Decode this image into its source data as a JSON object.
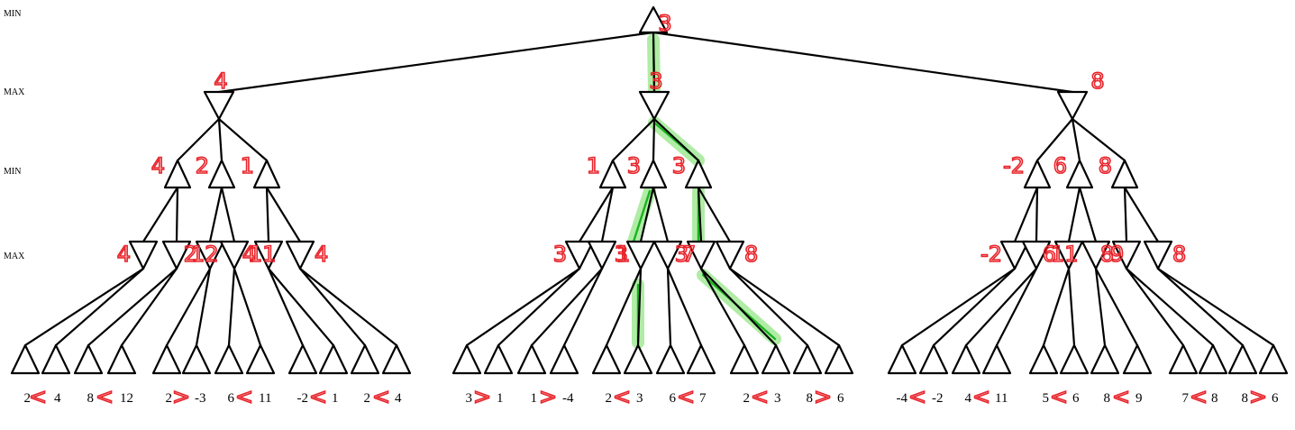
{
  "level_labels": [
    "MIN",
    "MAX",
    "MIN",
    "MAX"
  ],
  "root": {
    "annotation": "3"
  },
  "subtrees": [
    {
      "annotation": "4",
      "min_annotations": [
        "4",
        "2",
        "1"
      ],
      "max_annotations": [
        "4",
        "12",
        "2",
        "11",
        "4",
        "4"
      ],
      "leaf_values": [
        "2",
        "4",
        "8",
        "12",
        "2",
        "-3",
        "6",
        "11",
        "-2",
        "1",
        "2",
        "4"
      ],
      "comparisons": [
        "<",
        "<",
        ">",
        "<",
        "<",
        "<"
      ]
    },
    {
      "annotation": "3",
      "min_annotations": [
        "1",
        "3",
        "3"
      ],
      "max_annotations": [
        "3",
        "1",
        "3",
        "7",
        "3",
        "8"
      ],
      "leaf_values": [
        "3",
        "1",
        "1",
        "-4",
        "2",
        "3",
        "6",
        "7",
        "2",
        "3",
        "8",
        "6"
      ],
      "comparisons": [
        ">",
        ">",
        "<",
        "<",
        "<",
        ">"
      ]
    },
    {
      "annotation": "8",
      "min_annotations": [
        "-2",
        "6",
        "8"
      ],
      "max_annotations": [
        "-2",
        "11",
        "6",
        "9",
        "8",
        "8"
      ],
      "leaf_values": [
        "-4",
        "-2",
        "4",
        "11",
        "5",
        "6",
        "8",
        "9",
        "7",
        "8",
        "8",
        "6"
      ],
      "comparisons": [
        "<",
        "<",
        "<",
        "<",
        "<",
        ">"
      ]
    }
  ],
  "highlight_color": "#7be06a",
  "annotation_color": "#e8242b"
}
